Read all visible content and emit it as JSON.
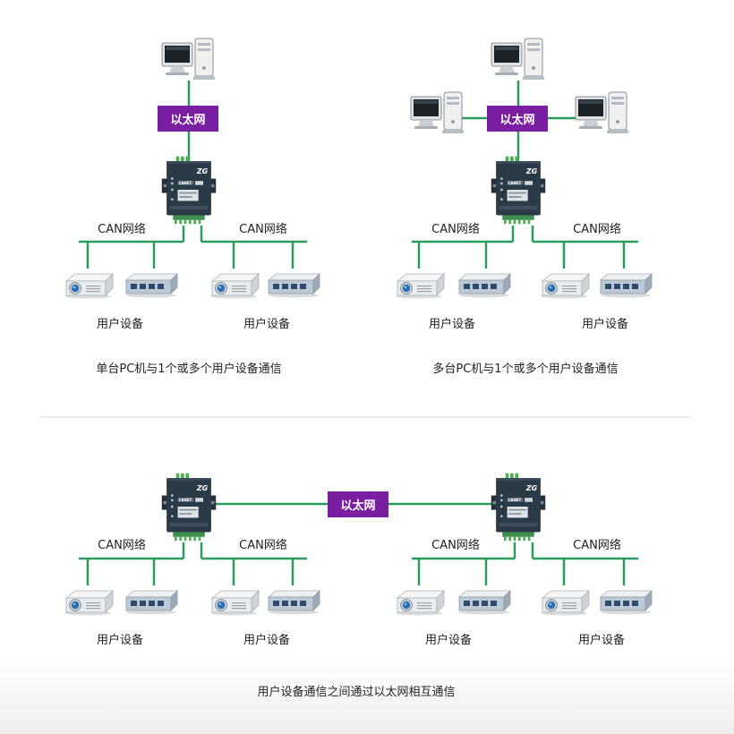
{
  "labels": {
    "ethernet": "以太网",
    "can_network": "CAN网络",
    "user_device": "用户设备"
  },
  "captions": {
    "top_left": "单台PC机与1个或多个用户设备通信",
    "top_right": "多台PC机与1个或多个用户设备通信",
    "bottom": "用户设备通信之间通过以太网相互通信"
  },
  "device_brand": "CANET",
  "device_logo": "ZG",
  "colors": {
    "line": "#2a9d5c",
    "ethernet_box": "#7b1fa2",
    "divider": "#dddddd",
    "device_body": "#2b3a47"
  },
  "icons": [
    "desktop-pc-icon",
    "can-gateway-icon",
    "projector-icon",
    "switch-hub-icon"
  ]
}
